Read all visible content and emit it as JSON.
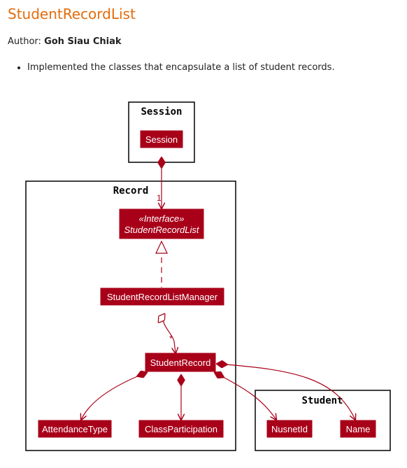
{
  "page": {
    "title": "StudentRecordList",
    "author_label": "Author:",
    "author_name": "Goh Siau Chiak",
    "bullets": [
      "Implemented the classes that encapsulate a list of student records."
    ]
  },
  "diagram": {
    "packages": {
      "session": "Session",
      "record": "Record",
      "student": "Student"
    },
    "classes": {
      "session": "Session",
      "interface_stereotype": "«Interface»",
      "interface_name": "StudentRecordList",
      "manager": "StudentRecordListManager",
      "student_record": "StudentRecord",
      "attendance_type": "AttendanceType",
      "class_participation": "ClassParticipation",
      "nusnet_id": "NusnetId",
      "name": "Name"
    },
    "multiplicity": {
      "session_to_interface": "1",
      "manager_to_record": "*"
    },
    "colors": {
      "class_fill": "#a80019",
      "class_text": "#ffffff",
      "title": "#e46c0a"
    }
  }
}
